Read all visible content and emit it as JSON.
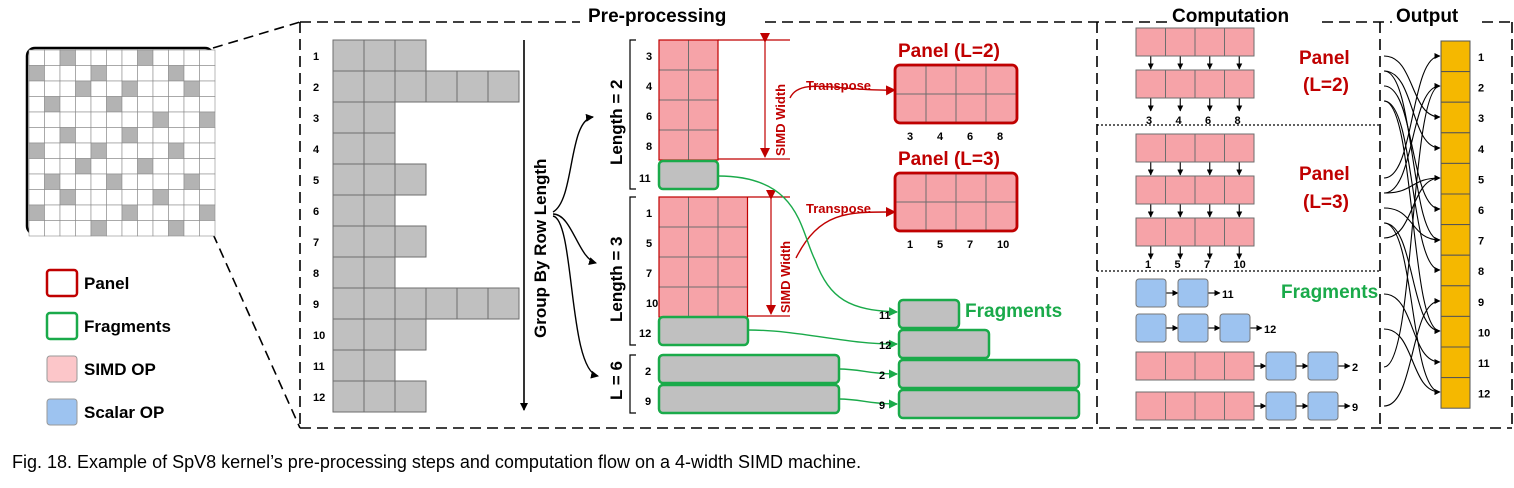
{
  "sections": {
    "preprocessing": "Pre-processing",
    "computation": "Computation",
    "output": "Output"
  },
  "legend": [
    {
      "label": "Panel",
      "kind": "panel"
    },
    {
      "label": "Fragments",
      "kind": "fragments"
    },
    {
      "label": "SIMD OP",
      "kind": "simd"
    },
    {
      "label": "Scalar OP",
      "kind": "scalar"
    }
  ],
  "rows": [
    {
      "id": "1",
      "len": 3
    },
    {
      "id": "2",
      "len": 6
    },
    {
      "id": "3",
      "len": 2
    },
    {
      "id": "4",
      "len": 2
    },
    {
      "id": "5",
      "len": 3
    },
    {
      "id": "6",
      "len": 2
    },
    {
      "id": "7",
      "len": 3
    },
    {
      "id": "8",
      "len": 2
    },
    {
      "id": "9",
      "len": 6
    },
    {
      "id": "10",
      "len": 3
    },
    {
      "id": "11",
      "len": 2
    },
    {
      "id": "12",
      "len": 3
    }
  ],
  "group_by_label": "Group By Row Length",
  "groups": {
    "len2": {
      "label": "Length = 2",
      "panel_rows": [
        "3",
        "4",
        "6",
        "8"
      ],
      "frag_rows": [
        "11"
      ]
    },
    "len3": {
      "label": "Length = 3",
      "panel_rows": [
        "1",
        "5",
        "7",
        "10"
      ],
      "frag_rows": [
        "12"
      ]
    },
    "len6": {
      "label": "L = 6",
      "frag_rows": [
        "2",
        "9"
      ]
    }
  },
  "simd_width_label": "SIMD Width",
  "transpose_label": "Transpose",
  "panels": [
    {
      "title": "Panel (L=2)",
      "cols": [
        "3",
        "4",
        "6",
        "8"
      ]
    },
    {
      "title": "Panel (L=3)",
      "cols": [
        "1",
        "5",
        "7",
        "10"
      ]
    }
  ],
  "fragments_title": "Fragments",
  "fragments": [
    {
      "row": "11",
      "len": 2
    },
    {
      "row": "12",
      "len": 3
    },
    {
      "row": "2",
      "len": 6
    },
    {
      "row": "9",
      "len": 6
    }
  ],
  "computation": {
    "panel2": {
      "title_a": "Panel",
      "title_b": "(L=2)",
      "outs": [
        "3",
        "4",
        "6",
        "8"
      ]
    },
    "panel3": {
      "title_a": "Panel",
      "title_b": "(L=3)",
      "outs": [
        "1",
        "5",
        "7",
        "10"
      ]
    },
    "fragments_title": "Fragments",
    "frag_rows": [
      {
        "simd": 0,
        "scalar": 2,
        "out": "11"
      },
      {
        "simd": 0,
        "scalar": 3,
        "out": "12"
      },
      {
        "simd": 4,
        "scalar": 2,
        "out": "2"
      },
      {
        "simd": 4,
        "scalar": 2,
        "out": "9"
      }
    ]
  },
  "output_rows": [
    "1",
    "2",
    "3",
    "4",
    "5",
    "6",
    "7",
    "8",
    "9",
    "10",
    "11",
    "12"
  ],
  "colors": {
    "gray": "#c0c0c0",
    "pink": "#f6a3a8",
    "blue": "#9dc3f0",
    "orange": "#f5b800",
    "red": "#c00000",
    "green": "#1aaa4a"
  },
  "caption": "Fig. 18. Example of SpV8 kernel’s pre-processing steps and computation flow on a 4-width SIMD machine."
}
